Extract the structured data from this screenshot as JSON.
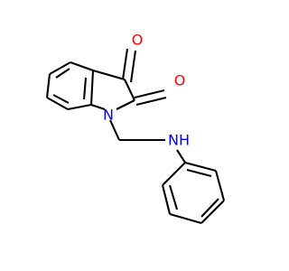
{
  "molecule": {
    "atoms": {
      "oxygen_top": {
        "text": "O",
        "color": "#ff0000"
      },
      "oxygen_right": {
        "text": "O",
        "color": "#ff0000"
      },
      "nitrogen_ring": {
        "text": "N",
        "color": "#0000ff"
      },
      "nitrogen_amine": {
        "text": "NH",
        "color": "#0000ff"
      }
    },
    "bond_color": "#000000",
    "background": "#ffffff"
  }
}
